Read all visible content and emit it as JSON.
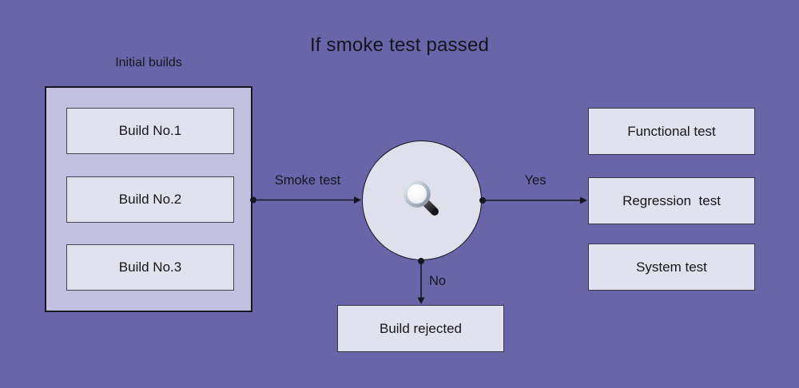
{
  "title": "If smoke test passed",
  "builds": {
    "group_label": "Initial builds",
    "items": [
      {
        "label": "Build No.1"
      },
      {
        "label": "Build No.2"
      },
      {
        "label": "Build No.3"
      }
    ]
  },
  "decision": {
    "icon": "magnifier"
  },
  "edges": {
    "smoke_label": "Smoke test",
    "yes_label": "Yes",
    "no_label": "No"
  },
  "tests": {
    "items": [
      {
        "label": "Functional test"
      },
      {
        "label": "Regression  test"
      },
      {
        "label": "System test"
      }
    ]
  },
  "rejected": {
    "label": "Build rejected"
  },
  "colors": {
    "background": "#6A64A9",
    "group_fill": "#C4C1E0",
    "node_fill": "#E2E1EE",
    "circle_fill": "#E0DFEC",
    "line": "#17171F",
    "text": "#15151D"
  }
}
